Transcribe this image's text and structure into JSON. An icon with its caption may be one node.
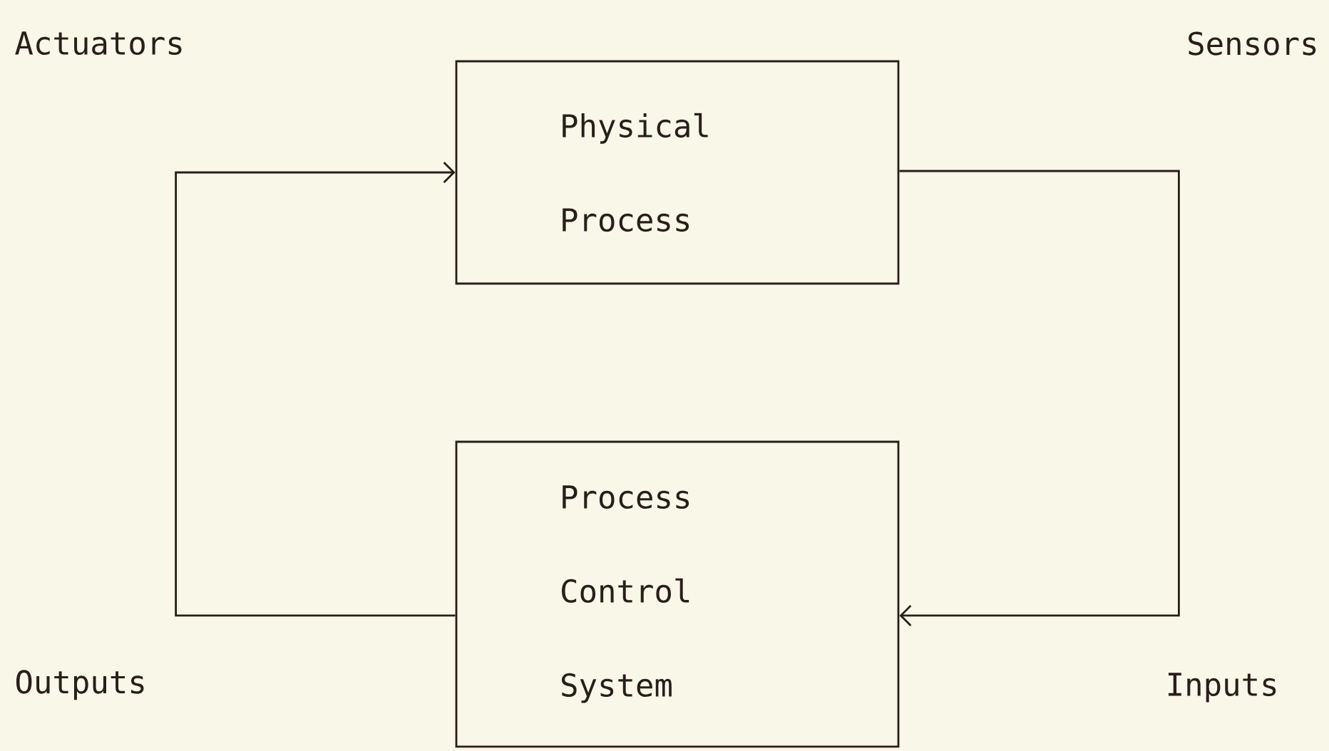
{
  "diagram": {
    "nodes": [
      {
        "text": [
          "Physical Process"
        ]
      },
      {
        "text": [
          "Process Control System"
        ]
      }
    ],
    "edges": [
      {
        "from": 1,
        "to": 0,
        "arrow": "to"
      },
      {
        "from": 0,
        "to": 1,
        "arrow": "to"
      }
    ],
    "labels": [
      "Actuators",
      "Sensors",
      "Outputs",
      "Inputs"
    ]
  }
}
